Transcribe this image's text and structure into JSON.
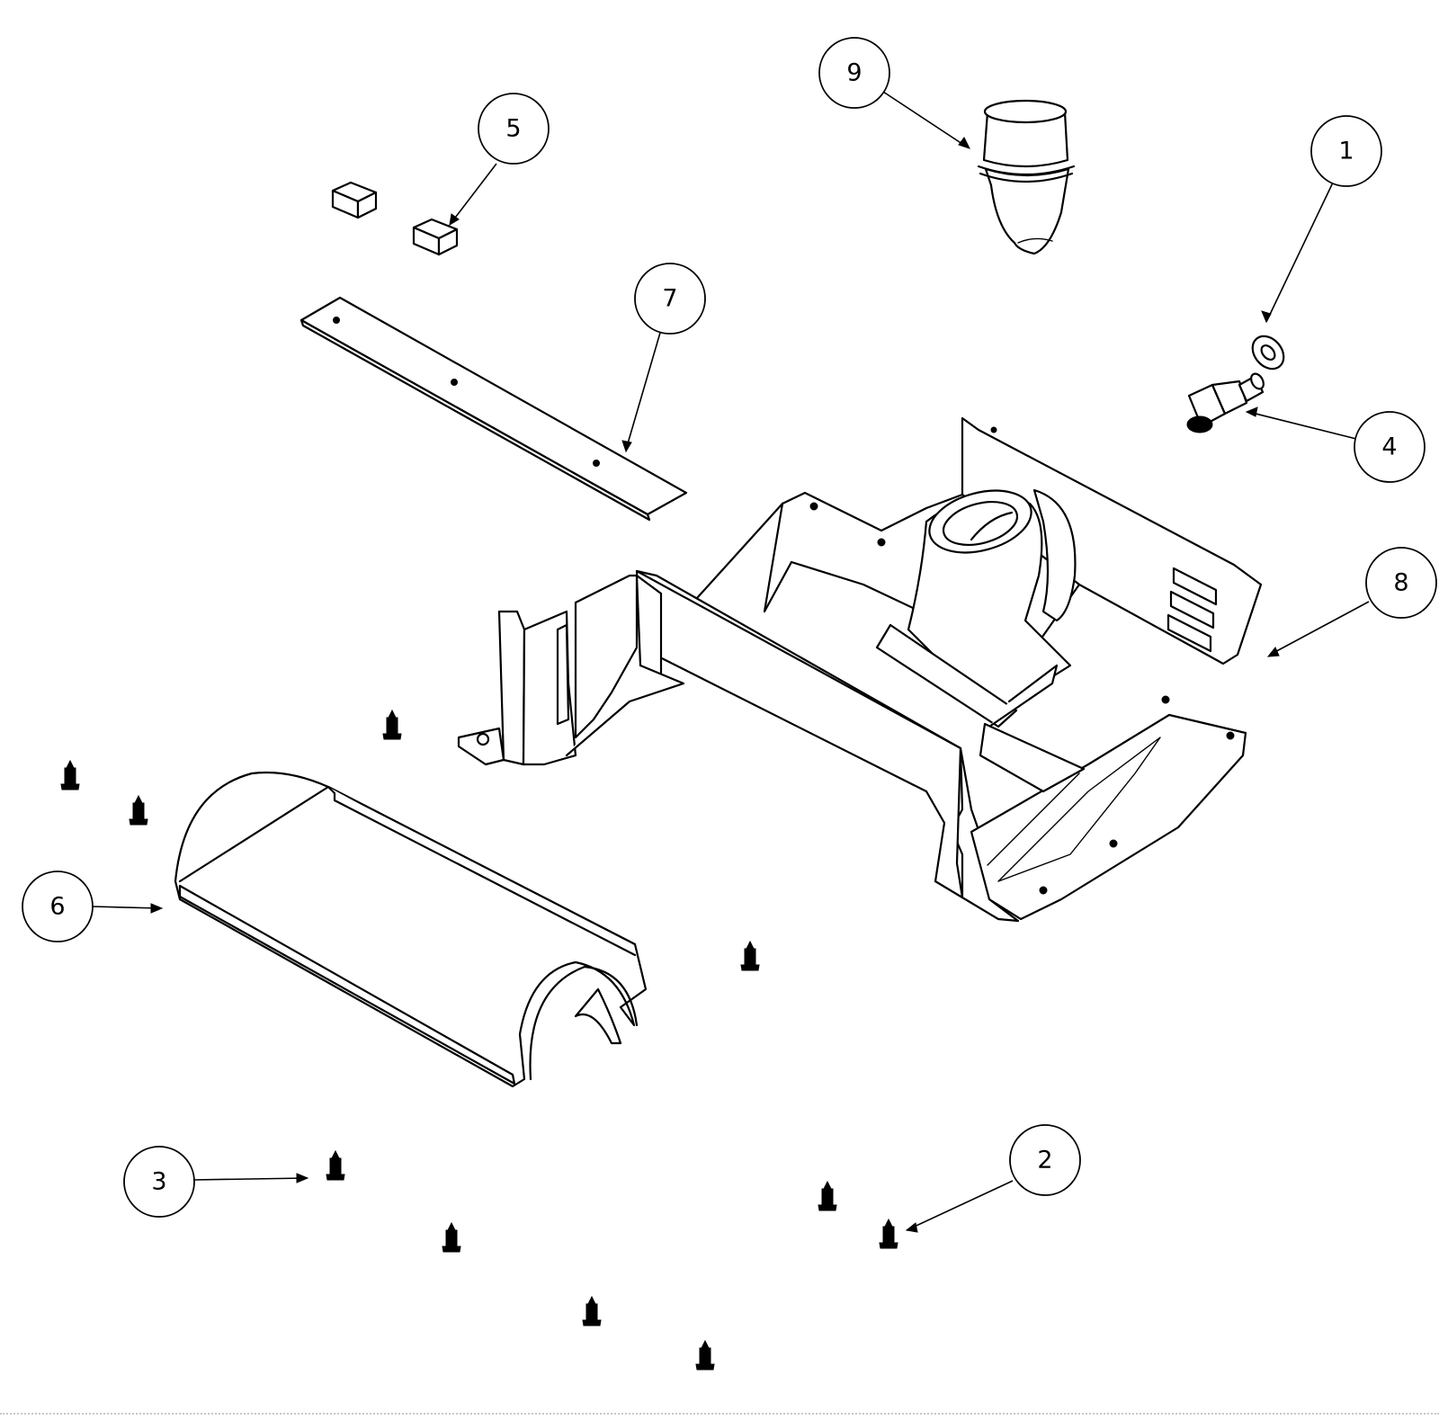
{
  "callouts": [
    {
      "label": "1"
    },
    {
      "label": "2"
    },
    {
      "label": "3"
    },
    {
      "label": "4"
    },
    {
      "label": "5"
    },
    {
      "label": "6"
    },
    {
      "label": "7"
    },
    {
      "label": "8"
    },
    {
      "label": "9"
    }
  ],
  "colors": {
    "line": "#000000",
    "background": "#ffffff"
  }
}
